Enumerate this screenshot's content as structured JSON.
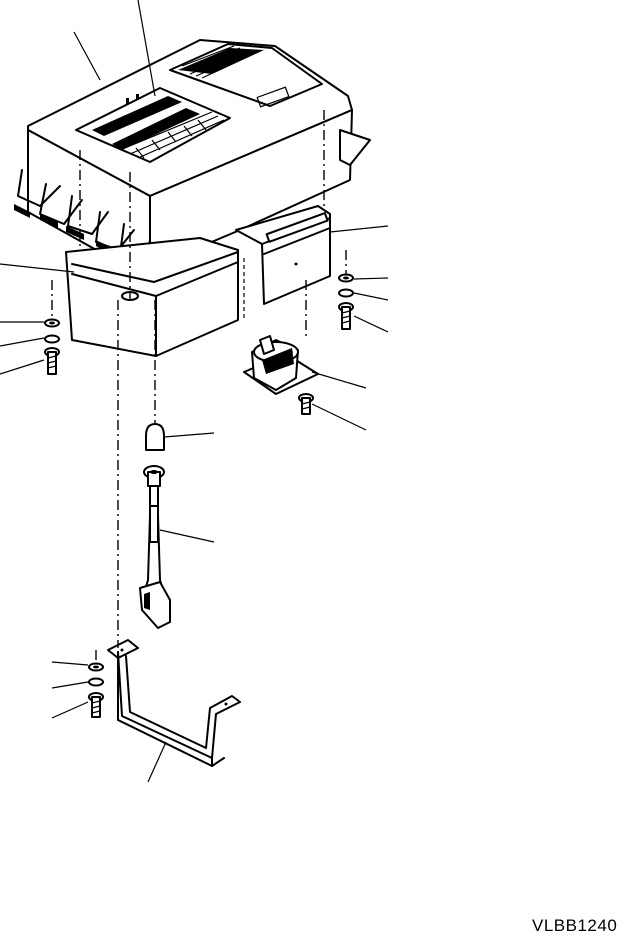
{
  "drawing": {
    "code": "VLBB1240"
  },
  "parts": [
    {
      "id": "monitor-panel"
    },
    {
      "id": "nameplate"
    },
    {
      "id": "bracket-left"
    },
    {
      "id": "bracket-right"
    },
    {
      "id": "washer"
    },
    {
      "id": "lock-washer"
    },
    {
      "id": "bolt"
    },
    {
      "id": "buzzer"
    },
    {
      "id": "bulb"
    },
    {
      "id": "wiring-harness"
    },
    {
      "id": "mounting-stay"
    }
  ],
  "colors": {
    "line": "#000000",
    "background": "#ffffff"
  }
}
